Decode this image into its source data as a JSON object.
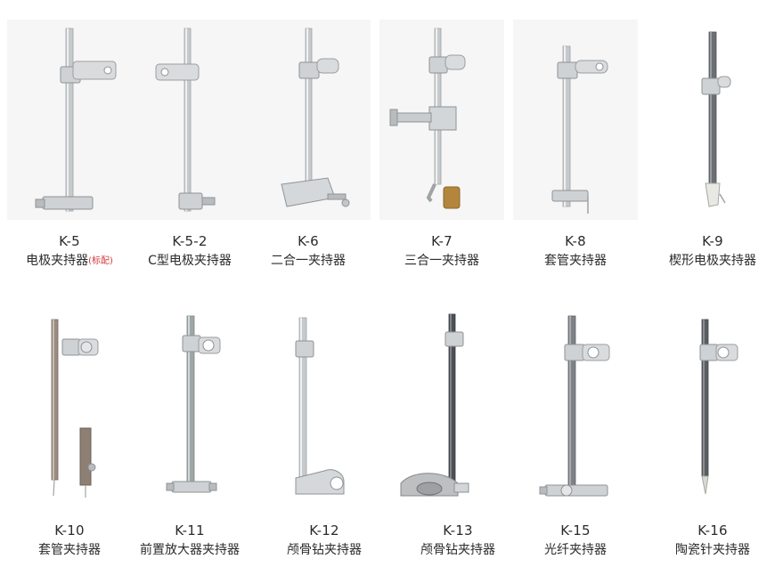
{
  "products": [
    {
      "code": "K-5",
      "name": "电极夹持器",
      "note": "(标配)"
    },
    {
      "code": "K-5-2",
      "name": "C型电极夹持器",
      "note": ""
    },
    {
      "code": "K-6",
      "name": "二合一夹持器",
      "note": ""
    },
    {
      "code": "K-7",
      "name": "三合一夹持器",
      "note": ""
    },
    {
      "code": "K-8",
      "name": "套管夹持器",
      "note": ""
    },
    {
      "code": "K-9",
      "name": "楔形电极夹持器",
      "note": ""
    },
    {
      "code": "K-10",
      "name": "套管夹持器",
      "note": ""
    },
    {
      "code": "K-11",
      "name": "前置放大器夹持器",
      "note": ""
    },
    {
      "code": "K-12",
      "name": "颅骨钻夹持器",
      "note": ""
    },
    {
      "code": "K-13",
      "name": "颅骨钻夹持器",
      "note": ""
    },
    {
      "code": "K-15",
      "name": "光纤夹持器",
      "note": ""
    },
    {
      "code": "K-16",
      "name": "陶瓷针夹持器",
      "note": ""
    }
  ],
  "colors": {
    "rod_silver": "#c9ccce",
    "rod_dark": "#6c6f73",
    "clamp": "#d3d6d8",
    "note_red": "#d23b3b"
  }
}
